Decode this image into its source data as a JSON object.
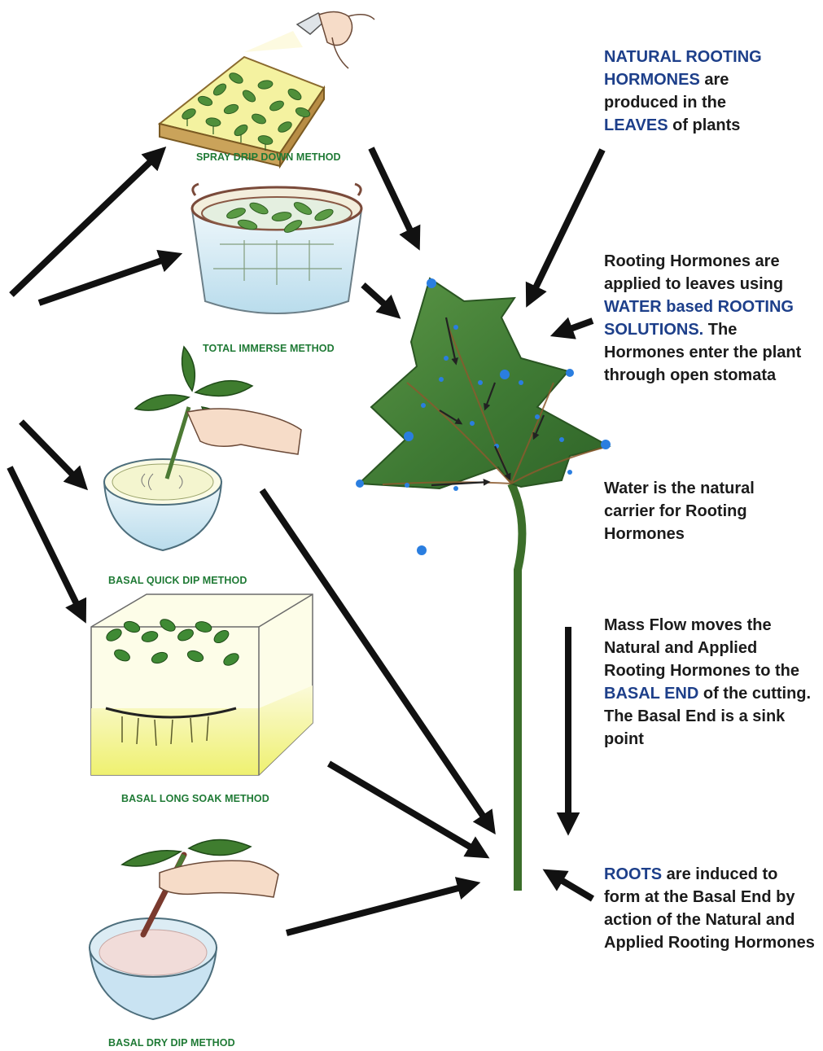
{
  "colors": {
    "highlight": "#1d3f8a",
    "text": "#1b1b1b",
    "caption": "#1f7a35",
    "leaf": "#3f7a34",
    "stem": "#3b6e2a",
    "stomata": "#2a7ee0",
    "arrow": "#111111"
  },
  "methods": {
    "spray": {
      "label": "SPRAY DRIP DOWN METHOD",
      "icon": "spray-tray-illustration"
    },
    "immerse": {
      "label": "TOTAL IMMERSE METHOD",
      "icon": "immerse-basin-illustration"
    },
    "quickdip": {
      "label": "BASAL QUICK DIP METHOD",
      "icon": "quick-dip-bowl-illustration"
    },
    "longsoak": {
      "label": "BASAL LONG SOAK METHOD",
      "icon": "soak-tank-illustration"
    },
    "drydip": {
      "label": "BASAL DRY DIP METHOD",
      "icon": "dry-dip-dish-illustration"
    }
  },
  "notes": {
    "natural": {
      "p1": "NATURAL ROOTING HORMONES",
      "p2": " are produced in the ",
      "p3": "LEAVES",
      "p4": " of plants"
    },
    "applied": {
      "p1": "Rooting Hormones are applied to leaves using ",
      "p2": "WATER based ROOTING SOLUTIONS.",
      "p3": " The Hormones enter the plant through open stomata"
    },
    "water": {
      "p1": "Water is the natural carrier for Rooting Hormones"
    },
    "massflow": {
      "p1": "Mass Flow moves the Natural and Applied Rooting Hormones to the ",
      "p2": "BASAL END",
      "p3": " of the cutting. The Basal End is a sink point"
    },
    "roots": {
      "p1": "ROOTS",
      "p2": " are induced to form at the Basal End by action of the Natural and Applied Rooting Hormones"
    }
  }
}
